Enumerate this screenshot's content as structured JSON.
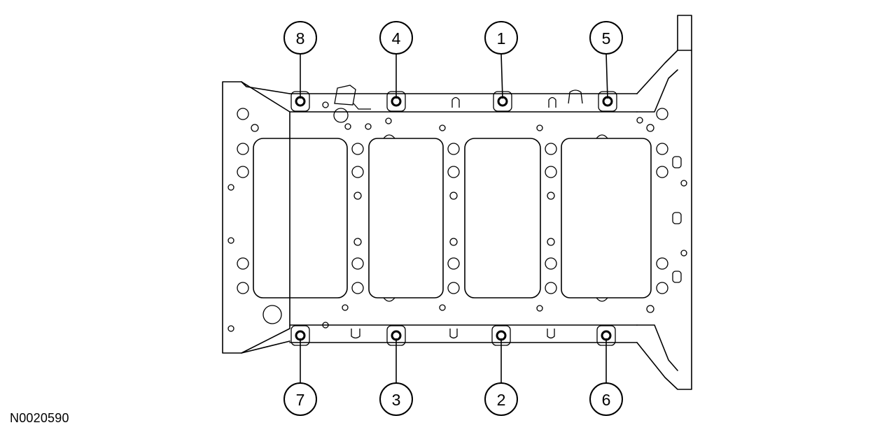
{
  "callouts": [
    {
      "label": "8"
    },
    {
      "label": "4"
    },
    {
      "label": "1"
    },
    {
      "label": "5"
    },
    {
      "label": "7"
    },
    {
      "label": "3"
    },
    {
      "label": "2"
    },
    {
      "label": "6"
    }
  ],
  "figure_id": "N0020590",
  "colors": {
    "line": "#000000",
    "background": "#ffffff"
  }
}
